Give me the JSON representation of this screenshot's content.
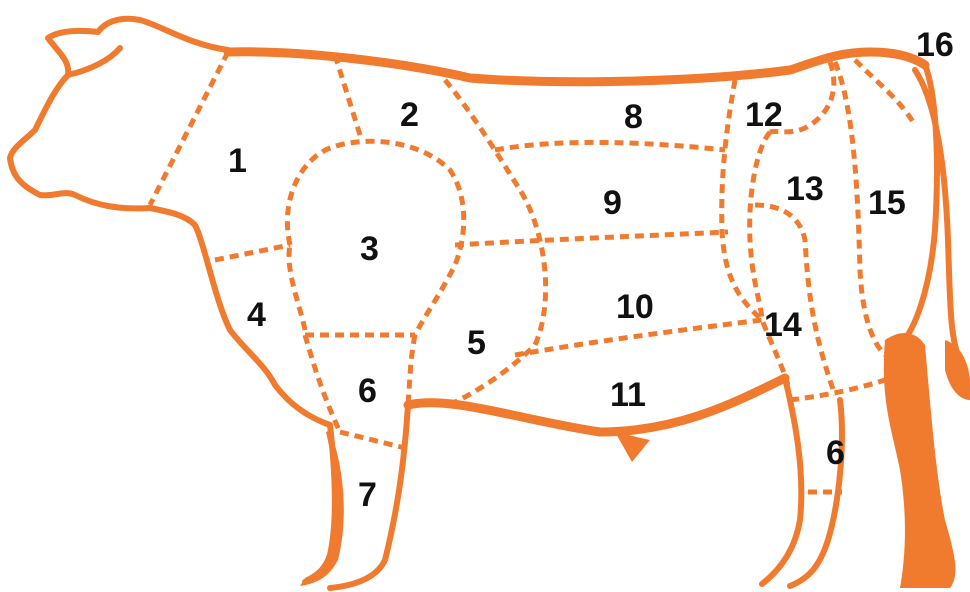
{
  "diagram": {
    "accent_color": "#f07b2e",
    "cut_labels": [
      {
        "id": "1",
        "text": "1"
      },
      {
        "id": "2",
        "text": "2"
      },
      {
        "id": "3",
        "text": "3"
      },
      {
        "id": "4",
        "text": "4"
      },
      {
        "id": "5",
        "text": "5"
      },
      {
        "id": "6-front",
        "text": "6"
      },
      {
        "id": "7",
        "text": "7"
      },
      {
        "id": "8",
        "text": "8"
      },
      {
        "id": "9",
        "text": "9"
      },
      {
        "id": "10",
        "text": "10"
      },
      {
        "id": "11",
        "text": "11"
      },
      {
        "id": "12",
        "text": "12"
      },
      {
        "id": "13",
        "text": "13"
      },
      {
        "id": "14",
        "text": "14"
      },
      {
        "id": "15",
        "text": "15"
      },
      {
        "id": "6-rear",
        "text": "6"
      },
      {
        "id": "16",
        "text": "16"
      }
    ]
  }
}
